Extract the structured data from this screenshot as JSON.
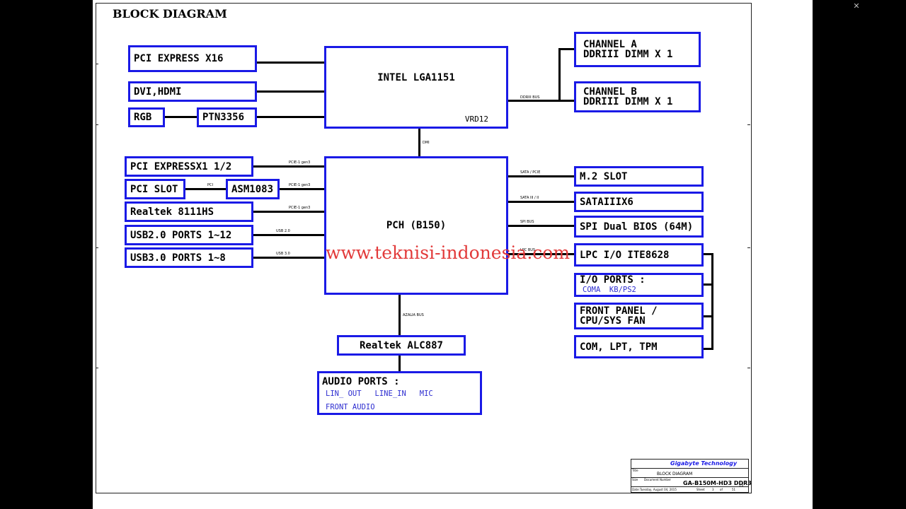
{
  "title": "BLOCK DIAGRAM",
  "watermark": "www.teknisi-indonesia.com",
  "blocks": {
    "cpu": "INTEL LGA1151",
    "vrd": "VRD12",
    "pch": "PCH (B150)",
    "pcie16": "PCI EXPRESS X16",
    "dvi": "DVI,HDMI",
    "rgb": "RGB",
    "ptn": "PTN3356",
    "chA1": "CHANNEL A",
    "chA2": "DDRIII DIMM X 1",
    "chB1": "CHANNEL B",
    "chB2": "DDRIII DIMM X 1",
    "pcie1": "PCI EXPRESSX1 1/2",
    "pcislot": "PCI SLOT",
    "asm": "ASM1083",
    "lan": "Realtek 8111HS",
    "usb2": "USB2.0 PORTS 1~12",
    "usb3": "USB3.0 PORTS 1~8",
    "m2": "M.2 SLOT",
    "sata": "SATAIIIX6",
    "spi": "SPI Dual BIOS (64M)",
    "lpc": "LPC I/O ITE8628",
    "io1": "I/O PORTS :",
    "io2": "COMA  KB/PS2",
    "fp1": "FRONT PANEL /",
    "fp2": "CPU/SYS FAN",
    "com": "COM, LPT, TPM",
    "alc": "Realtek ALC887",
    "audio1": "AUDIO PORTS :",
    "audio2": "LIN_ OUT   LINE_IN   MIC",
    "audio3": "FRONT AUDIO"
  },
  "labels": {
    "ddr": "DDRIII BUS",
    "dmi": "DMI",
    "pcie_a": "PCIE-1 gen3",
    "pci": "PCI",
    "pcie_b": "PCIE-1 gen3",
    "pcie_c": "PCIE-1 gen3",
    "usb20": "USB 2.0",
    "usb30": "USB 3.0",
    "satapcie": "SATA / PCIE",
    "sata32": "SATA III / II",
    "spibus": "SPI BUS",
    "lpcbus": "LPC BUS",
    "azalia": "AZALIA BUS"
  },
  "titleblock": {
    "company": "Gigabyte Technology",
    "title_lbl": "Title",
    "title_val": "BLOCK DIAGRAM",
    "size_lbl": "Size",
    "docnum_lbl": "Document Number",
    "docnum_val": "GA-B150M-HD3 DDR3",
    "rev_val": "1.0",
    "date_lbl": "Date:",
    "date_val": "Tuesday, August 04, 2015",
    "sheet_lbl": "Sheet",
    "sheet_num": "3",
    "of_lbl": "of",
    "sheet_total": "51"
  }
}
